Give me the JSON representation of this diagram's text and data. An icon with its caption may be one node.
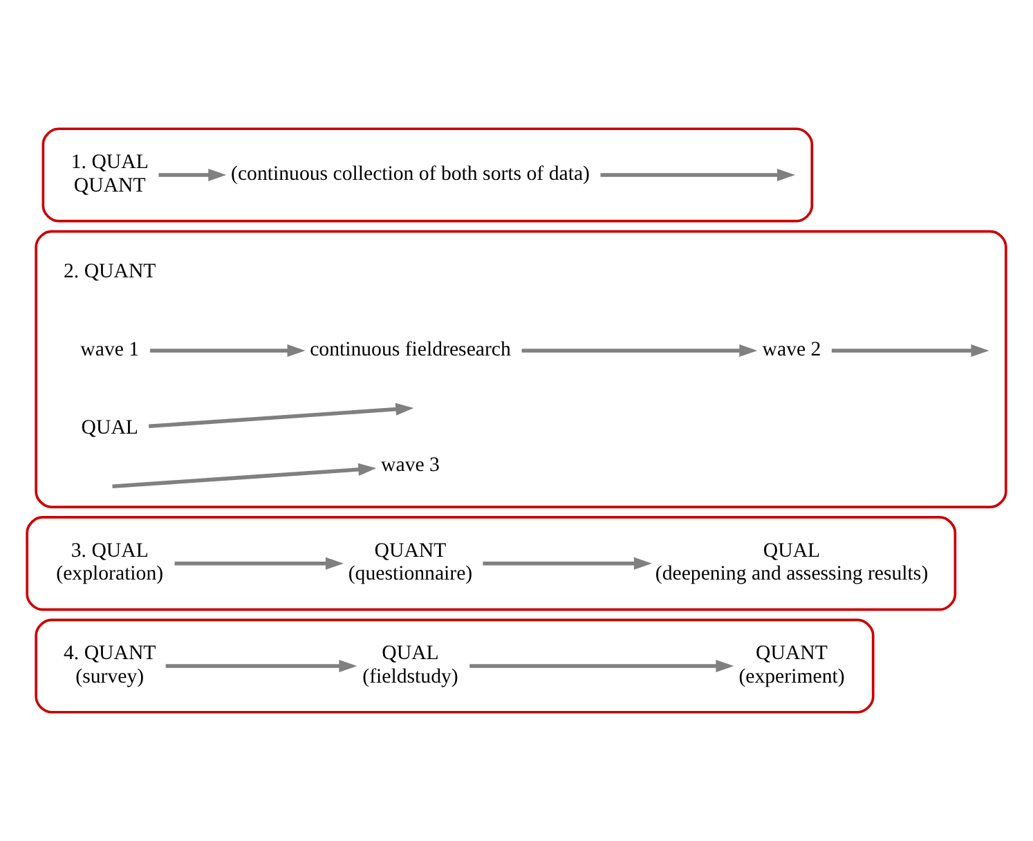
{
  "diagram": {
    "nodes": [
      {
        "text": [],
        "shape": "box"
      },
      {
        "text": [
          "1. QUAL",
          "QUANT"
        ],
        "in": 0
      },
      {
        "text": [
          "(continuous collection of both sorts of data)"
        ],
        "in": 0
      },
      {
        "text": [],
        "shape": "box"
      },
      {
        "text": [
          "2. QUANT"
        ],
        "in": 3
      },
      {
        "text": [
          "wave 1"
        ],
        "in": 3
      },
      {
        "text": [
          "wave 2"
        ],
        "in": 3
      },
      {
        "text": [
          "wave 3"
        ],
        "in": 3
      },
      {
        "text": [
          "continuous fieldresearch"
        ],
        "in": 3
      },
      {
        "text": [
          "QUAL"
        ],
        "in": 3
      },
      {
        "text": [],
        "shape": "box"
      },
      {
        "text": [
          "3. QUAL",
          "(exploration)"
        ],
        "in": 10
      },
      {
        "text": [
          "QUANT",
          "(questionnaire)"
        ],
        "in": 10
      },
      {
        "text": [
          "QUAL",
          "(deepening and assessing results)"
        ],
        "in": 10
      },
      {
        "text": [],
        "shape": "box"
      },
      {
        "text": [
          "4. QUANT",
          "(survey)"
        ],
        "in": 14
      },
      {
        "text": [
          "QUAL",
          "(fieldstudy)"
        ],
        "in": 14
      },
      {
        "text": [
          "QUANT",
          "(experiment)"
        ],
        "in": 14
      }
    ],
    "edges": [
      {
        "from": 1,
        "to": 2,
        "arrow": "to"
      },
      {
        "from": 2,
        "to": null,
        "arrow": "to"
      },
      {
        "from": 5,
        "to": 8,
        "arrow": "to"
      },
      {
        "from": 8,
        "to": 6,
        "arrow": "to"
      },
      {
        "from": 6,
        "to": null,
        "arrow": "to"
      },
      {
        "from": null,
        "to": 7,
        "arrow": "to"
      },
      {
        "from": 9,
        "to": null,
        "arrow": "to"
      },
      {
        "from": 11,
        "to": 12,
        "arrow": "to"
      },
      {
        "from": 12,
        "to": 13,
        "arrow": "to"
      },
      {
        "from": 15,
        "to": 16,
        "arrow": "to"
      },
      {
        "from": 16,
        "to": 17,
        "arrow": "to"
      }
    ]
  }
}
